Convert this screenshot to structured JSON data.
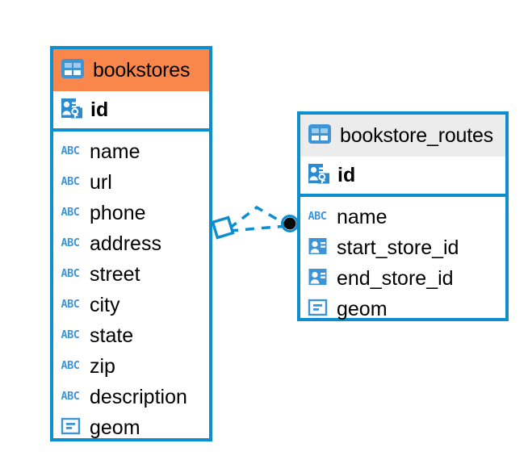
{
  "diagram": {
    "title": "bookstores-er-diagram",
    "colors": {
      "entity_border": "#0d8ecf",
      "header_accent_orange": "#f9864a",
      "header_accent_gray": "#ececec",
      "icon_blue": "#3d95d6",
      "icon_blue_dark": "#2a8bd0",
      "connector": "#0d8ecf",
      "endpoint_dot": "#0a0a0a",
      "text": "#000000"
    },
    "entities": [
      {
        "id": "bookstores",
        "name": "bookstores",
        "header_icon": "table-icon",
        "header_accent": "orange",
        "primary_key": {
          "name": "id",
          "icon": "primary-key-icon"
        },
        "columns": [
          {
            "name": "name",
            "icon": "text-type-icon"
          },
          {
            "name": "url",
            "icon": "text-type-icon"
          },
          {
            "name": "phone",
            "icon": "text-type-icon"
          },
          {
            "name": "address",
            "icon": "text-type-icon"
          },
          {
            "name": "street",
            "icon": "text-type-icon"
          },
          {
            "name": "city",
            "icon": "text-type-icon"
          },
          {
            "name": "state",
            "icon": "text-type-icon"
          },
          {
            "name": "zip",
            "icon": "text-type-icon"
          },
          {
            "name": "description",
            "icon": "text-type-icon"
          },
          {
            "name": "geom",
            "icon": "geometry-type-icon"
          }
        ]
      },
      {
        "id": "bookstore_routes",
        "name": "bookstore_routes",
        "header_icon": "table-icon",
        "header_accent": "gray",
        "primary_key": {
          "name": "id",
          "icon": "primary-key-icon"
        },
        "columns": [
          {
            "name": "name",
            "icon": "text-type-icon"
          },
          {
            "name": "start_store_id",
            "icon": "foreign-key-icon"
          },
          {
            "name": "end_store_id",
            "icon": "foreign-key-icon"
          },
          {
            "name": "geom",
            "icon": "geometry-type-icon"
          }
        ]
      }
    ],
    "relationship": {
      "style": "dashed",
      "source_marker": "diamond-marker",
      "target_marker": "filled-circle-marker"
    }
  }
}
